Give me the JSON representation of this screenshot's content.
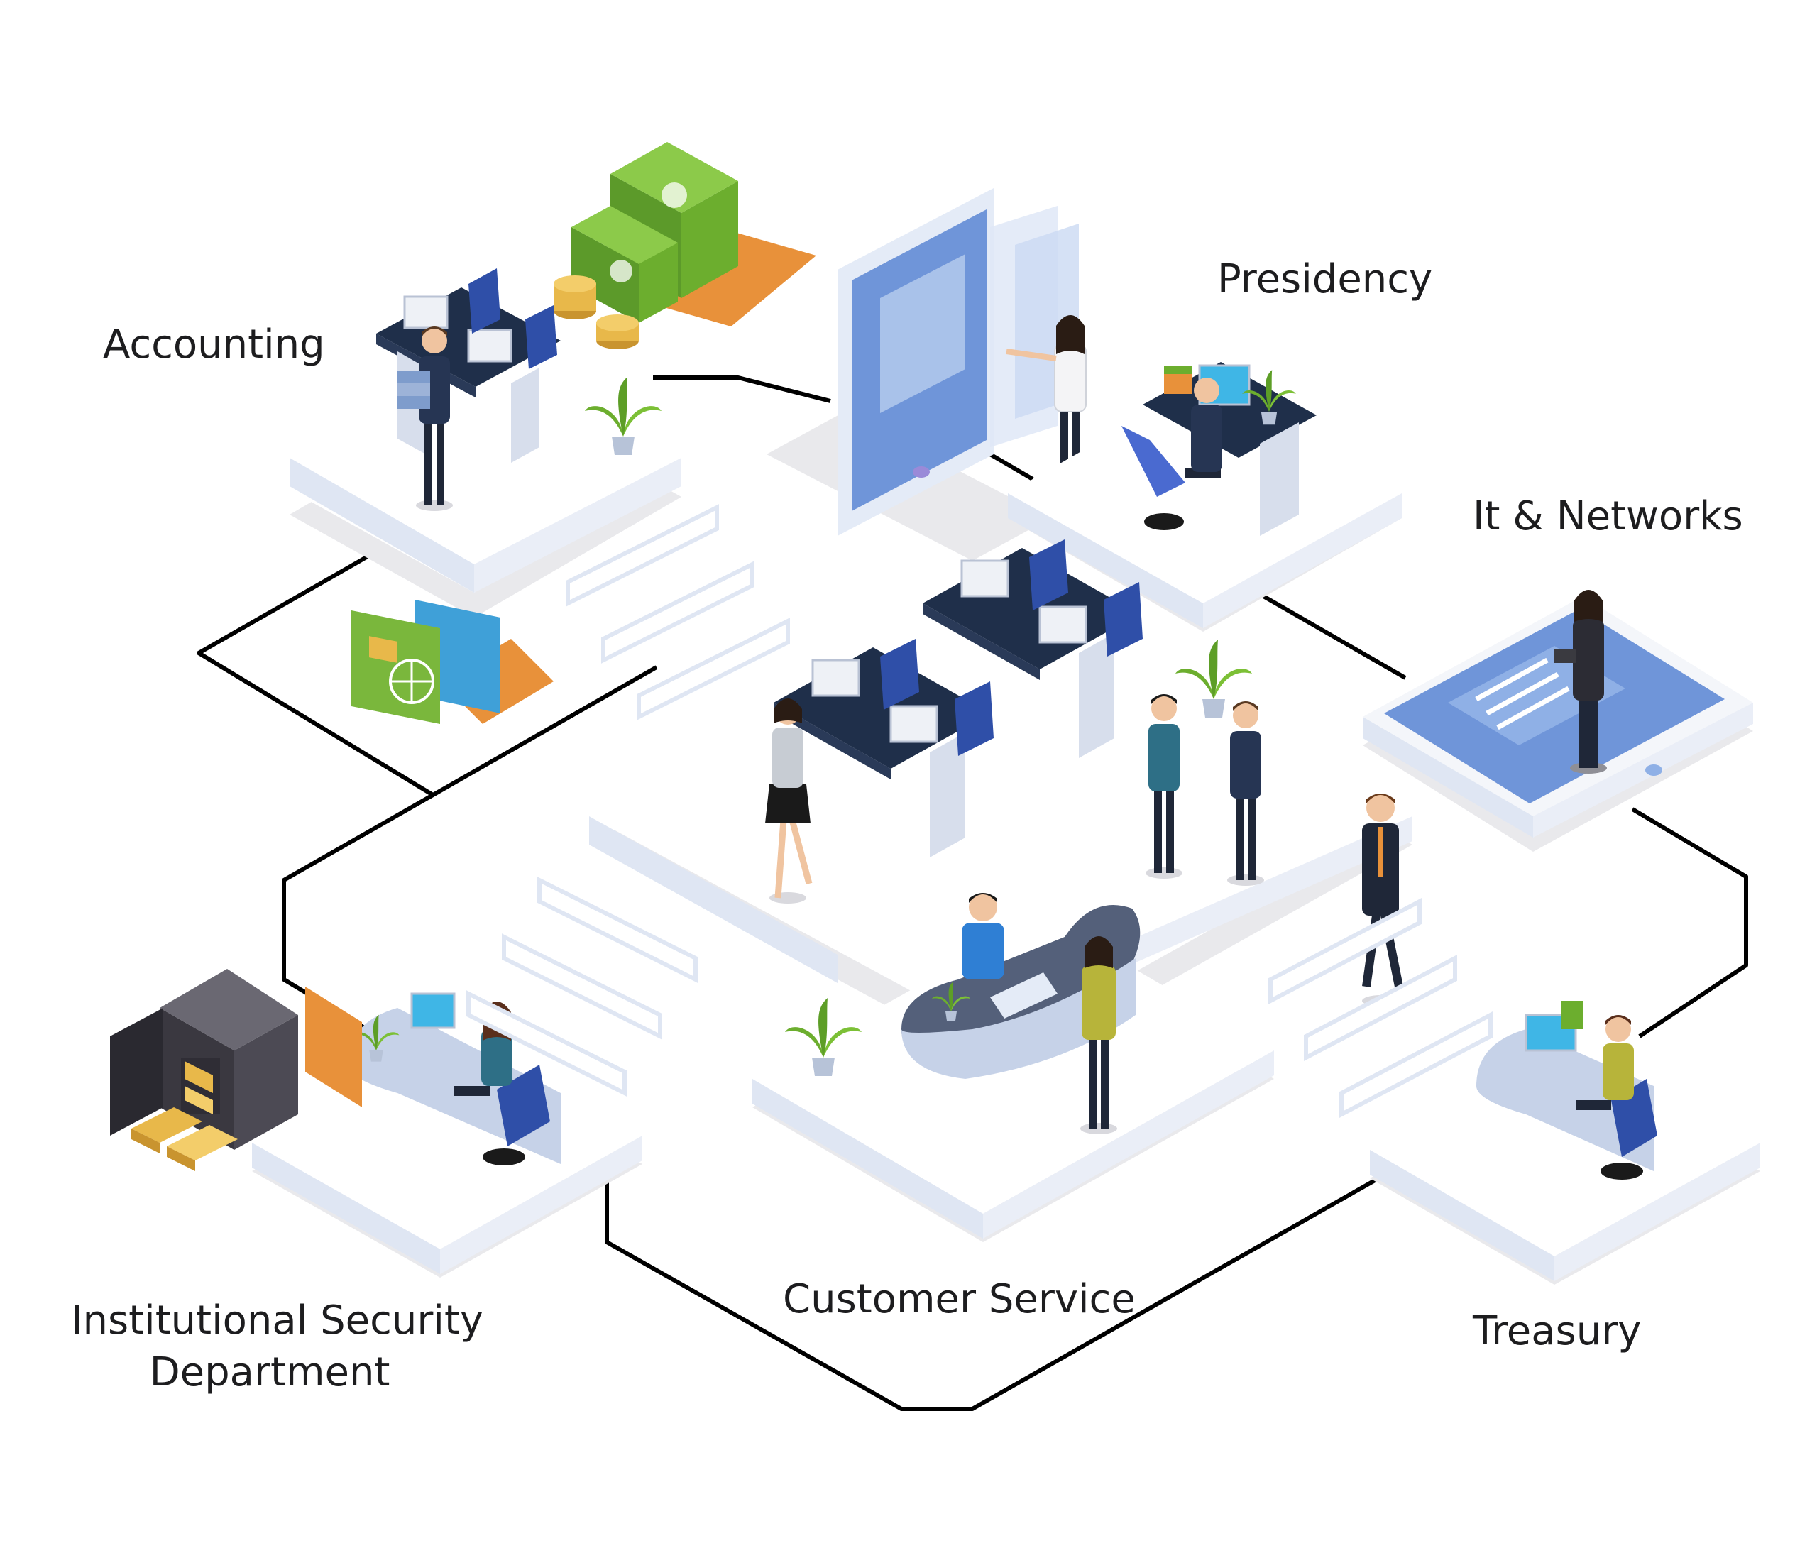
{
  "departments": {
    "accounting": "Accounting",
    "presidency": "Presidency",
    "it_networks": "It & Networks",
    "security_line1": "Institutional Security",
    "security_line2": "Department",
    "customer_service": "Customer Service",
    "treasury": "Treasury"
  },
  "colors": {
    "platform_top": "#ffffff",
    "platform_side": "#dfe6f3",
    "platform_shadow": "#e9e9ec",
    "desk_dark": "#1f2f4a",
    "chair_blue": "#2f4fa8",
    "screen_blue": "#6f95d9",
    "money_green": "#7ab73c",
    "coin_gold": "#e8b84a",
    "accent_orange": "#e8913a",
    "vault_gray": "#4c4a54",
    "reception_gray": "#54607a",
    "connector": "#000000",
    "text": "#1d1d1f"
  },
  "icons": [
    "money-stack-icon",
    "coin-stack-icon",
    "credit-card-icon",
    "vault-safe-icon",
    "gold-bar-icon",
    "tablet-device-icon",
    "potted-plant-icon"
  ]
}
